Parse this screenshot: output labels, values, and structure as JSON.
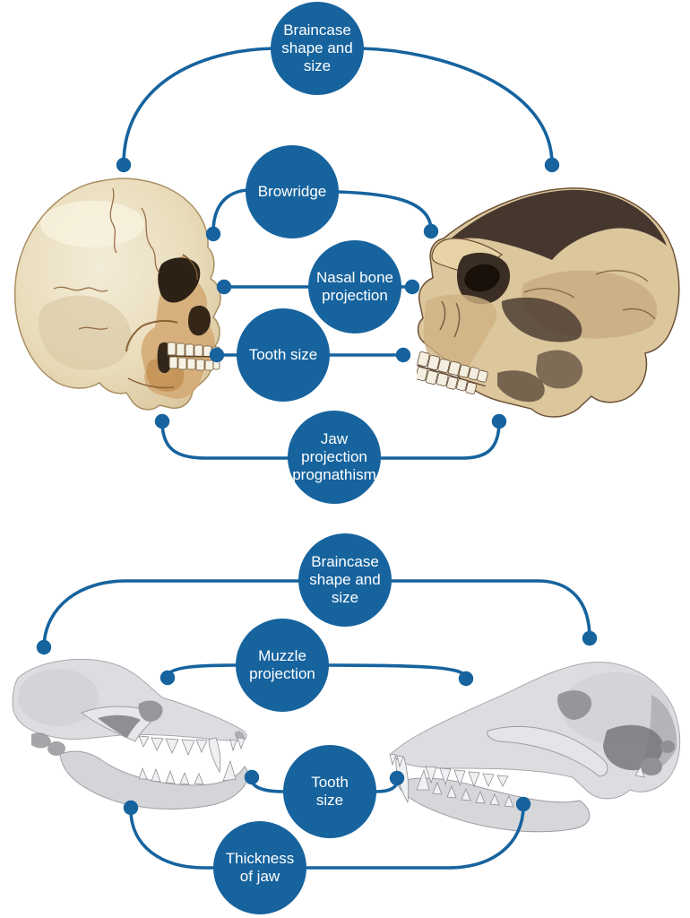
{
  "colors": {
    "accent": "#16639e",
    "label-text": "#ffffff",
    "background": "#ffffff"
  },
  "labels": {
    "braincase_top": "Braincase\nshape and\nsize",
    "browridge": "Browridge",
    "nasal_bone": "Nasal bone\nprojection",
    "tooth_size_top": "Tooth size",
    "jaw_projection": "Jaw\nprojection\nprognathism",
    "braincase_bottom": "Braincase\nshape and\nsize",
    "muzzle": "Muzzle\nprojection",
    "tooth_size_bottom": "Tooth\nsize",
    "thickness": "Thickness\nof jaw"
  },
  "illustrations": {
    "top_left": "human-skull-icon",
    "top_right": "primate-skull-icon",
    "bottom_left": "dog-skull-facing-right-icon",
    "bottom_right": "dog-skull-facing-left-icon"
  }
}
